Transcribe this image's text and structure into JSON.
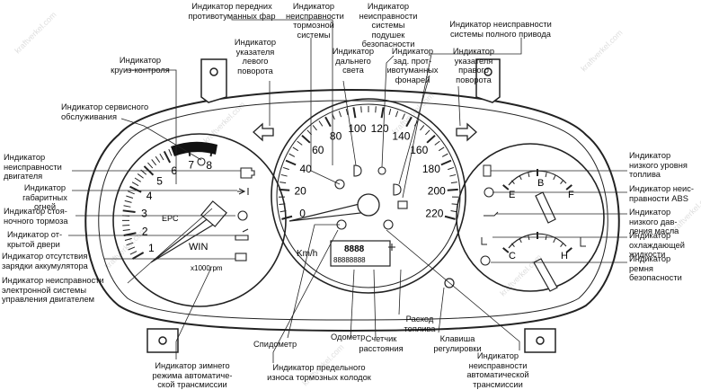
{
  "watermark": "kraftverkel.com",
  "tachometer": {
    "scale": [
      "1",
      "2",
      "3",
      "4",
      "5",
      "6",
      "7",
      "8"
    ],
    "tag_epc": "EPC",
    "tag_win": "WIN",
    "unit": "x1000rpm"
  },
  "speedometer": {
    "scale": [
      "0",
      "20",
      "40",
      "60",
      "80",
      "100",
      "120",
      "140",
      "160",
      "180",
      "200",
      "220"
    ],
    "unit": "Km/h",
    "lcd_top": "8888",
    "lcd_bottom": "88888888"
  },
  "gauges": {
    "fuel_empty": "E",
    "fuel_half": "B",
    "fuel_full": "F",
    "temp_cold": "C",
    "temp_hot": "H"
  },
  "labels": {
    "front_fog": "Индикатор передних\nпротивотуманных фар",
    "brake_fault": "Индикатор\nнеисправности\nтормозной\nсистемы",
    "airbag_fault": "Индикатор\nнеисправности\nсистемы\nподушек\nбезопасности",
    "awd_fault": "Индикатор неисправности\nсистемы полного привода",
    "cruise": "Индикатор\nкруиз-контроля",
    "left_turn": "Индикатор\nуказателя\nлевого\nповорота",
    "high_beam": "Индикатор\nдальнего\nсвета",
    "rear_fog": "Индикатор\nзад. прот-\nивотуманных\nфонарей",
    "right_turn": "Индикатор\nуказателя\nправого\nповорота",
    "service": "Индикатор сервисного\nобслуживания",
    "engine_fault": "Индикатор\nнеисправности\nдвигателя",
    "side_lights": "Индикатор\nгабаритных\nогней",
    "parking_brake": "Индикатор стоя-\nночного тормоза",
    "door_open": "Индикатор от-\nкрытой двери",
    "battery": "Индикатор отсутствия\nзарядки аккумулятора",
    "epc_fault": "Индикатор неисправности\nэлектронной системы\nуправления двигателем",
    "low_fuel": "Индикатор\nнизкого уровня\nтоплива",
    "abs_fault": "Индикатор неис-\nправности ABS",
    "oil_pressure": "Индикатор\nнизкого дав-\nления масла",
    "coolant": "Индикатор\nохлаждающей\nжидкости",
    "seat_belt": "Индикатор\nремня\nбезопасности",
    "speedometer": "Спидометр",
    "odometer": "Одометр",
    "fuel_consumption": "Расход\nтоплива",
    "trip_meter": "Счетчик\nрасстояния",
    "adjust_key": "Клавиша\nрегулировки",
    "winter_mode": "Индикатор зимнего\nрежима автоматиче-\nской трансмиссии",
    "brake_pad_wear": "Индикатор предельного\nизноса тормозных колодок",
    "transmission_fault": "Индикатор\nнеисправности\nавтоматической\nтрансмиссии"
  }
}
